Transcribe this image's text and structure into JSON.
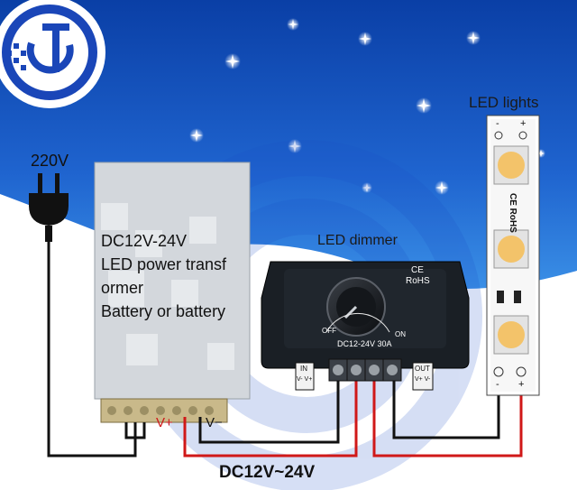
{
  "labels": {
    "mains_voltage": "220V",
    "psu_line1": "DC12V-24V",
    "psu_line2": "LED power transf",
    "psu_line3": "ormer",
    "psu_line4": "Battery or battery",
    "dimmer_title": "LED dimmer",
    "lights_title": "LED lights",
    "bottom_voltage": "DC12V~24V",
    "psu_v_plus": "V+",
    "psu_v_minus": "V−"
  },
  "dimmer": {
    "off_label": "OFF",
    "on_label": "ON",
    "rating_label": "DC12-24V  30A",
    "ce_mark": "CE",
    "rohs_mark": "RoHS",
    "in_label": "IN",
    "out_label": "OUT",
    "in_terminals": "V- V+",
    "out_terminals": "V+ V-"
  },
  "strip": {
    "top_minus": "-",
    "top_plus": "+",
    "bottom_minus": "-",
    "bottom_plus": "+",
    "marking": "CE RoHS"
  },
  "colors": {
    "sky_top": "#0a3fa6",
    "sky_bottom": "#2a7fe0",
    "wire_red": "#d01818",
    "wire_black": "#111111",
    "dimmer_body": "#1a1f25",
    "led_yellow": "#f3c36a"
  }
}
